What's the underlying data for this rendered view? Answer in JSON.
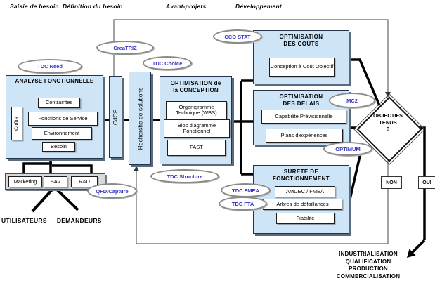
{
  "phases": {
    "p1": "Saisie de besoin",
    "p2": "Définition du besoin",
    "p3": "Avant-projets",
    "p4": "Développement"
  },
  "analyse": {
    "title": "ANALYSE FONCTIONNELLE",
    "couts": "Coûts",
    "items": [
      "Contraintes",
      "Fonctions de Service",
      "Environnement",
      "Besoin"
    ]
  },
  "cdcf": "CdCF",
  "recherche": "Recherche de solutions",
  "conception": {
    "title_l1": "OPTIMISATION de",
    "title_l2": "la CONCEPTION",
    "items": [
      "Organigramme Technique (WBS)",
      "Bloc diagramme Fonctionnel",
      "FAST"
    ]
  },
  "couts_box": {
    "title_l1": "OPTIMISATION",
    "title_l2": "DES COÛTS",
    "items": [
      "Conception à Coût Objectif"
    ]
  },
  "delais_box": {
    "title_l1": "OPTIMISATION",
    "title_l2": "DES DELAIS",
    "items": [
      "Capabilité Prévisionnelle",
      "Plans d'expériences"
    ]
  },
  "surete_box": {
    "title_l1": "SURETE DE",
    "title_l2": "FONCTIONNEMENT",
    "items": [
      "AMDEC / FMEA",
      "Arbres de défaillances",
      "Fiabilité"
    ]
  },
  "diamond": {
    "l1": "OBJECTIFS",
    "l2": "TENUS",
    "l3": "?"
  },
  "decision": {
    "non": "NON",
    "oui": "OUI"
  },
  "ellipses": {
    "creatriz": "CreaTRIZ",
    "tdc_need": "TDC Need",
    "tdc_choice": "TDC Choice",
    "cco_stat": "CCO STAT",
    "mc2": "MC2",
    "optimum": "OPTIMUM",
    "tdc_structure": "TDC Structure",
    "tdc_fmea": "TDC FMEA",
    "tdc_fta": "TDC FTA",
    "qfd": "QFD/Capture"
  },
  "sources": {
    "items": [
      "Marketing",
      "SAV",
      "R&D"
    ],
    "label1": "UTILISATEURS",
    "label2": "DEMANDEURS"
  },
  "output": {
    "lines": [
      "INDUSTRIALISATION",
      "QUALIFICATION",
      "PRODUCTION",
      "COMMERCIALISATION"
    ]
  },
  "colors": {
    "box_fill": "#cde5f7",
    "box_border": "#24344d",
    "box_shadow": "#5a6b7d",
    "ellipse_text": "#3434bd",
    "thick_line": "#000000",
    "thin_line": "#666666",
    "platform_fill": "#d9d9d9"
  }
}
